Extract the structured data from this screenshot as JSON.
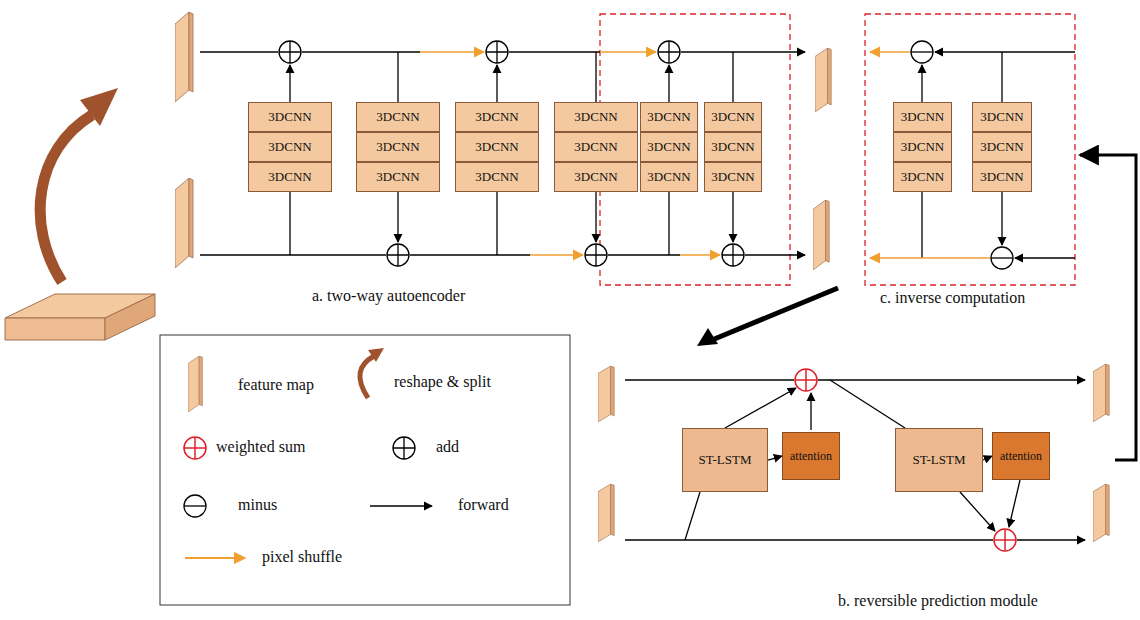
{
  "diagram": {
    "nodes": [
      {
        "text": [
          "3DCNN"
        ]
      },
      {
        "text": [
          "3DCNN"
        ]
      },
      {
        "text": [
          "3DCNN"
        ]
      },
      {
        "text": [
          "3DCNN"
        ]
      },
      {
        "text": [
          "3DCNN"
        ]
      },
      {
        "text": [
          "3DCNN"
        ]
      },
      {
        "text": [
          "3DCNN"
        ]
      },
      {
        "text": [
          "3DCNN"
        ]
      },
      {
        "text": [
          "3DCNN"
        ]
      },
      {
        "text": [
          "3DCNN"
        ]
      },
      {
        "text": [
          "3DCNN"
        ]
      },
      {
        "text": [
          "3DCNN"
        ]
      },
      {
        "text": [
          "3DCNN"
        ]
      },
      {
        "text": [
          "3DCNN"
        ]
      },
      {
        "text": [
          "3DCNN"
        ]
      },
      {
        "text": [
          "3DCNN"
        ]
      },
      {
        "text": [
          "3DCNN"
        ]
      },
      {
        "text": [
          "3DCNN"
        ]
      },
      {
        "text": [
          "3DCNN"
        ]
      },
      {
        "text": [
          "3DCNN"
        ]
      },
      {
        "text": [
          "3DCNN"
        ]
      },
      {
        "text": [
          "3DCNN"
        ]
      },
      {
        "text": [
          "3DCNN"
        ]
      },
      {
        "text": [
          "3DCNN"
        ]
      },
      {
        "text": [
          "ST-LSTM"
        ]
      },
      {
        "text": [
          "attention"
        ]
      },
      {
        "text": [
          "ST-LSTM"
        ]
      },
      {
        "text": [
          "attention"
        ]
      }
    ],
    "edges": [
      {
        "from": 24,
        "to": 25,
        "arrow": "to"
      },
      {
        "from": 26,
        "to": 27,
        "arrow": "to"
      }
    ],
    "labels": [
      "a. two-way autoencoder",
      "c. inverse computation",
      "b. reversible prediction module"
    ],
    "legend": [
      {
        "text": "feature map"
      },
      {
        "text": "reshape & split"
      },
      {
        "text": "weighted sum"
      },
      {
        "text": "add"
      },
      {
        "text": "minus"
      },
      {
        "text": "forward"
      },
      {
        "text": "pixel shuffle"
      }
    ]
  }
}
